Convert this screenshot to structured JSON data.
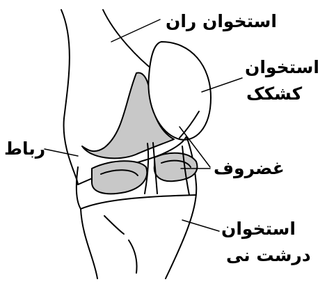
{
  "labels": {
    "femur": "استخوان ران",
    "patella_line1": "استخوان",
    "patella_line2": "کشکک",
    "cartilage": "غضروف",
    "ligament": "رباط",
    "tibia_line1": "استخوان",
    "tibia_line2": "درشت نی"
  },
  "colors": {
    "line": "#000000",
    "cartilage_fill": "#c8c8c8",
    "background": "#ffffff"
  }
}
